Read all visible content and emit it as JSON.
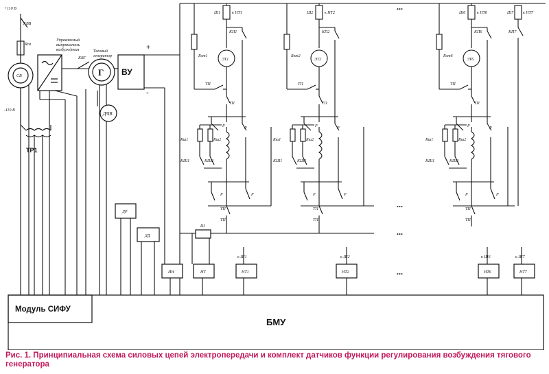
{
  "caption": "Рис. 1. Принципиальная схема силовых цепей электропередачи и комплект датчиков функции регулирования возбуждения тягового генератора",
  "supply_top": "+110 В",
  "supply_bottom": "-110 В",
  "kvv": "КВВ",
  "rsv": "Rсв",
  "sv": "СВ",
  "tr1": "ТР1",
  "exciter_line1": "Управляемый",
  "exciter_line2": "выпрямитель",
  "exciter_line3": "возбуждения",
  "kvg": "КВГ",
  "gen_line1": "Тяговый",
  "gen_line2": "генератор",
  "gen_symbol": "Г",
  "vu": "ВУ",
  "plus": "+",
  "minus": "-",
  "dchv": "ДЧВ",
  "dr": "ДР",
  "dd": "ДД",
  "sh": "Ш",
  "modul_sifu": "Модуль СИФУ",
  "bmu": "БМУ",
  "dots": "...",
  "sensors": [
    "ИН",
    "НТ",
    "НТ1",
    "НТ2",
    "НТ6",
    "НТ7"
  ],
  "sensor_notes": [
    "к Ш1",
    "к Ш2",
    "к Ш6",
    "к Ш7"
  ],
  "units": [
    {
      "sh": "Ш1",
      "to_nt": "к НТ1",
      "kp": "КП1",
      "r": "Rэт1",
      "motor": "ЭТ1",
      "tp": "ТП",
      "p": "Р",
      "rsh1": "Rш1",
      "rsh2": "Rш2",
      "ksh1": "КШ1",
      "ksh2": "КШ2"
    },
    {
      "sh": "Ш2",
      "to_nt": "к НТ2",
      "kp": "КП2",
      "r": "Rэт2",
      "motor": "ЭТ2",
      "tp": "ТП",
      "p": "Р",
      "rsh1": "Rш1",
      "rsh2": "Rш2",
      "ksh1": "КШ1",
      "ksh2": "КШ2"
    },
    {
      "sh": "Ш6",
      "to_nt": "к НТ6",
      "kp": "КП6",
      "r": "Rэт6",
      "motor": "ЭТ6",
      "tp": "ТП",
      "p": "Р",
      "rsh1": "Rш1",
      "rsh2": "Rш2",
      "ksh1": "КШ1",
      "ksh2": "КШ2"
    }
  ],
  "sh7": "Ш7",
  "to_nt7": "к НТ7",
  "kp7": "КП7"
}
